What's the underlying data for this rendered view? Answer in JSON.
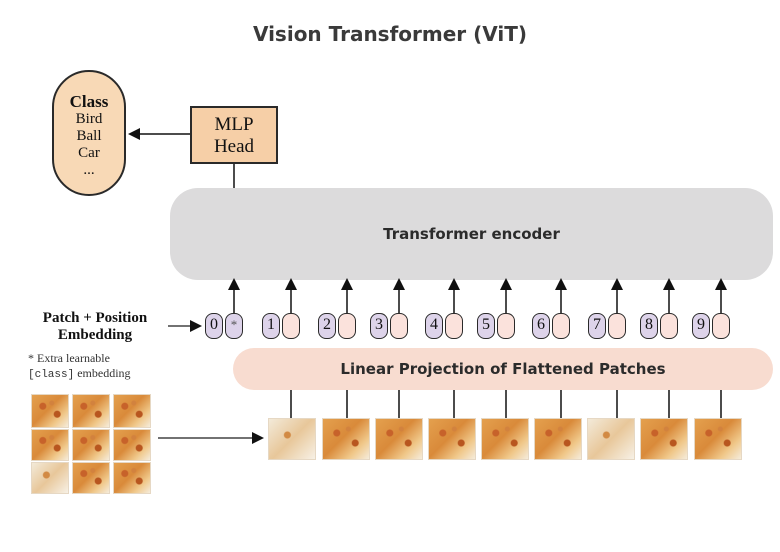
{
  "title": "Vision Transformer (ViT)",
  "class_box": {
    "heading": "Class",
    "items": [
      "Bird",
      "Ball",
      "Car",
      "..."
    ]
  },
  "mlp_head": {
    "line1": "MLP",
    "line2": "Head"
  },
  "encoder_label": "Transformer encoder",
  "linear_projection_label": "Linear Projection of Flattened Patches",
  "patch_position_label": {
    "line1": "Patch + Position",
    "line2": "Embedding"
  },
  "extra_note": {
    "line1": "* Extra learnable",
    "code": "[class]",
    "suffix": " embedding"
  },
  "tokens": [
    {
      "index": "0",
      "marker": "*"
    },
    {
      "index": "1",
      "marker": ""
    },
    {
      "index": "2",
      "marker": ""
    },
    {
      "index": "3",
      "marker": ""
    },
    {
      "index": "4",
      "marker": ""
    },
    {
      "index": "5",
      "marker": ""
    },
    {
      "index": "6",
      "marker": ""
    },
    {
      "index": "7",
      "marker": ""
    },
    {
      "index": "8",
      "marker": ""
    },
    {
      "index": "9",
      "marker": ""
    }
  ],
  "colors": {
    "class_box": "#f8d9b6",
    "mlp_head": "#f6cfa7",
    "encoder": "#dcdbdc",
    "linear_projection": "#f8dcd0",
    "position_token": "#ddd3ea",
    "patch_token": "#fbe2dc"
  }
}
